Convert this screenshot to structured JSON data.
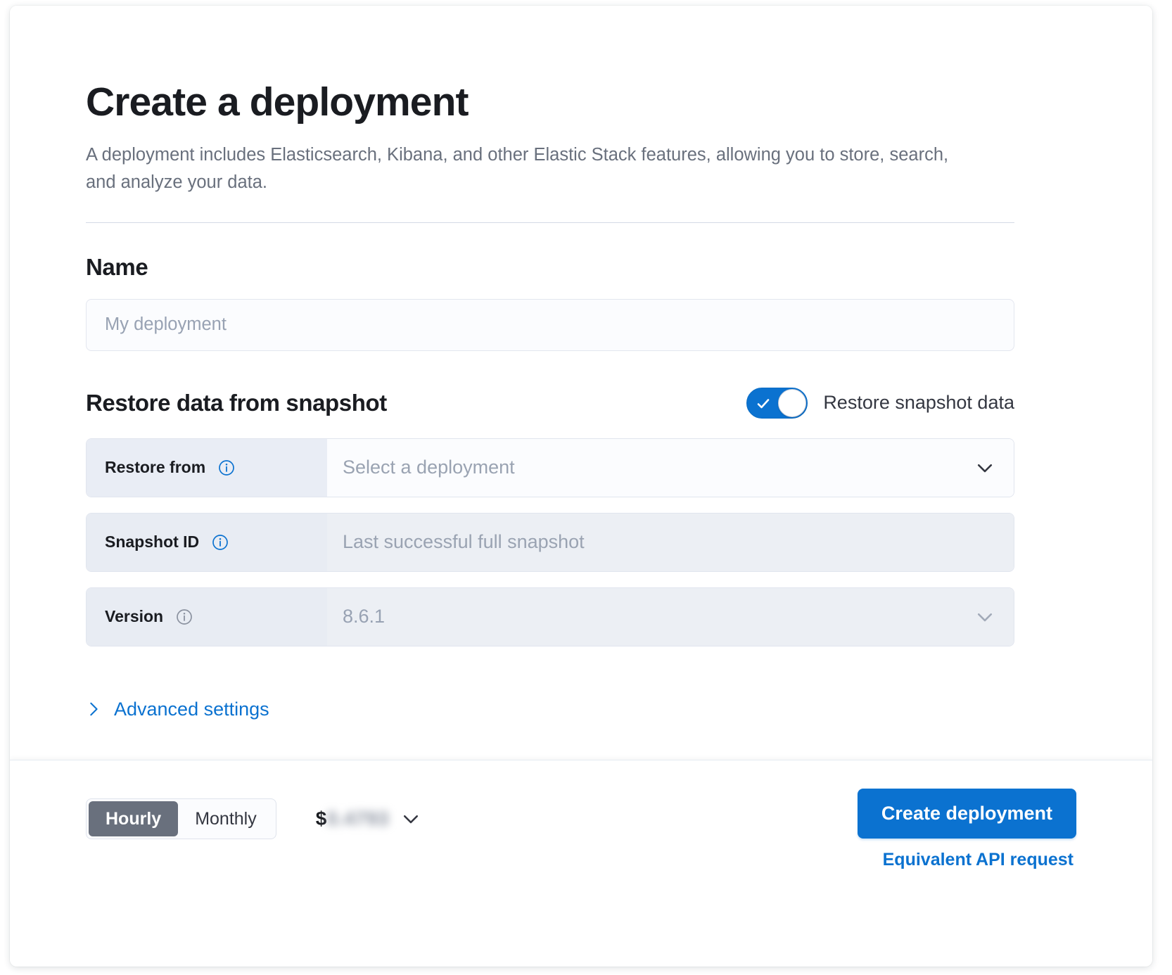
{
  "header": {
    "title": "Create a deployment",
    "subtitle": "A deployment includes Elasticsearch, Kibana, and other Elastic Stack features, allowing you to store, search, and analyze your data."
  },
  "name_section": {
    "heading": "Name",
    "input_value": "",
    "input_placeholder": "My deployment"
  },
  "restore_section": {
    "heading": "Restore data from snapshot",
    "toggle": {
      "label": "Restore snapshot data",
      "checked": true,
      "on_color": "#0b72d0",
      "icon": "check-icon"
    },
    "rows": [
      {
        "label": "Restore from",
        "info_icon": "info-circle-icon",
        "info_icon_color": "#0b72d0",
        "value": "Select a deployment",
        "is_placeholder": true,
        "disabled": false,
        "control": "dropdown",
        "chevron_icon": "chevron-down-icon"
      },
      {
        "label": "Snapshot ID",
        "info_icon": "info-circle-icon",
        "info_icon_color": "#0b72d0",
        "value": "Last successful full snapshot",
        "is_placeholder": true,
        "disabled": true,
        "control": "text",
        "chevron_icon": ""
      },
      {
        "label": "Version",
        "info_icon": "info-circle-icon",
        "info_icon_color": "#8a919f",
        "value": "8.6.1",
        "is_placeholder": false,
        "disabled": true,
        "control": "dropdown",
        "chevron_icon": "chevron-down-icon"
      }
    ],
    "advanced_settings": {
      "label": "Advanced settings",
      "icon": "chevron-right-icon",
      "expanded": false
    }
  },
  "bottom_bar": {
    "billing_cycle": {
      "options": [
        "Hourly",
        "Monthly"
      ],
      "selected": "Hourly"
    },
    "price": {
      "currency_symbol": "$",
      "amount": "0.4793",
      "redacted": true,
      "chevron_icon": "chevron-down-icon"
    },
    "create_button_label": "Create deployment",
    "api_link_label": "Equivalent API request"
  },
  "colors": {
    "accent": "#0b72d0",
    "text_primary": "#1a1c21",
    "text_secondary": "#69707d",
    "seg_active_bg": "#69707d",
    "row_label_bg": "#e9edf5",
    "row_field_bg": "#fbfcfe",
    "row_disabled_bg": "#eceff4"
  }
}
